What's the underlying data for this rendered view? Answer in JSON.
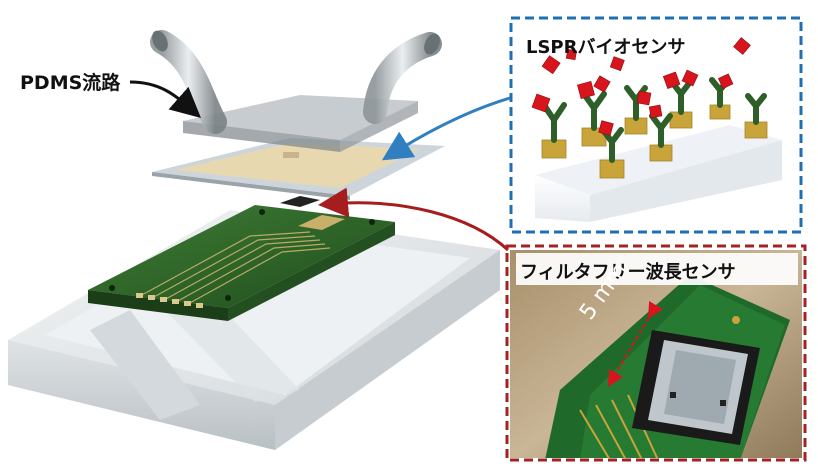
{
  "labels": {
    "pdms_channel": "PDMS流路",
    "lspr_biosensor": "LSPRバイオセンサ",
    "filter_free_sensor": "フィルタフリー波長センサ",
    "scale_5mm": "5 mm"
  },
  "colors": {
    "lspr_box_border": "#1e6fb5",
    "filter_box_border": "#a52222",
    "blue_arrow": "#2f7fc1",
    "red_arrow": "#a51d1d",
    "pcb_green": "#2f6b2a",
    "housing": "#e4e8ea",
    "gold_pad": "#c9a43a",
    "antigen_red": "#d8141c",
    "antibody_green": "#2e5f28"
  }
}
